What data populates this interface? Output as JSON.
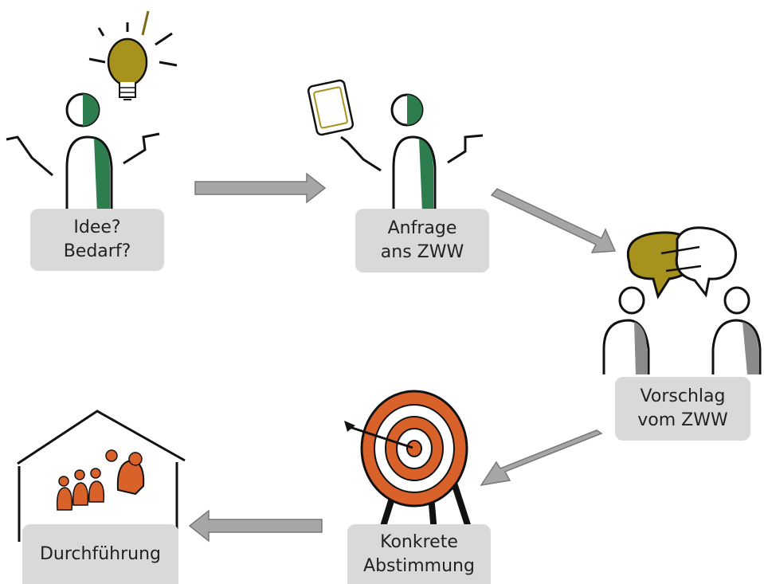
{
  "steps": [
    {
      "lines": [
        "Idee?",
        "Bedarf?"
      ]
    },
    {
      "lines": [
        "Anfrage",
        "ans ZWW"
      ]
    },
    {
      "lines": [
        "Vorschlag",
        "vom ZWW"
      ]
    },
    {
      "lines": [
        "Konkrete",
        "Abstimmung"
      ]
    },
    {
      "lines": [
        "Durchführung"
      ]
    }
  ],
  "colors": {
    "label_bg": "#d9d9d9",
    "arrow": "#a6a6a6",
    "green": "#2e7d4f",
    "gold": "#a8921e",
    "orange": "#d9622b"
  },
  "icons": [
    "lightbulb-icon",
    "person-icon",
    "tablet-icon",
    "speech-bubbles-icon",
    "target-icon",
    "house-icon"
  ]
}
